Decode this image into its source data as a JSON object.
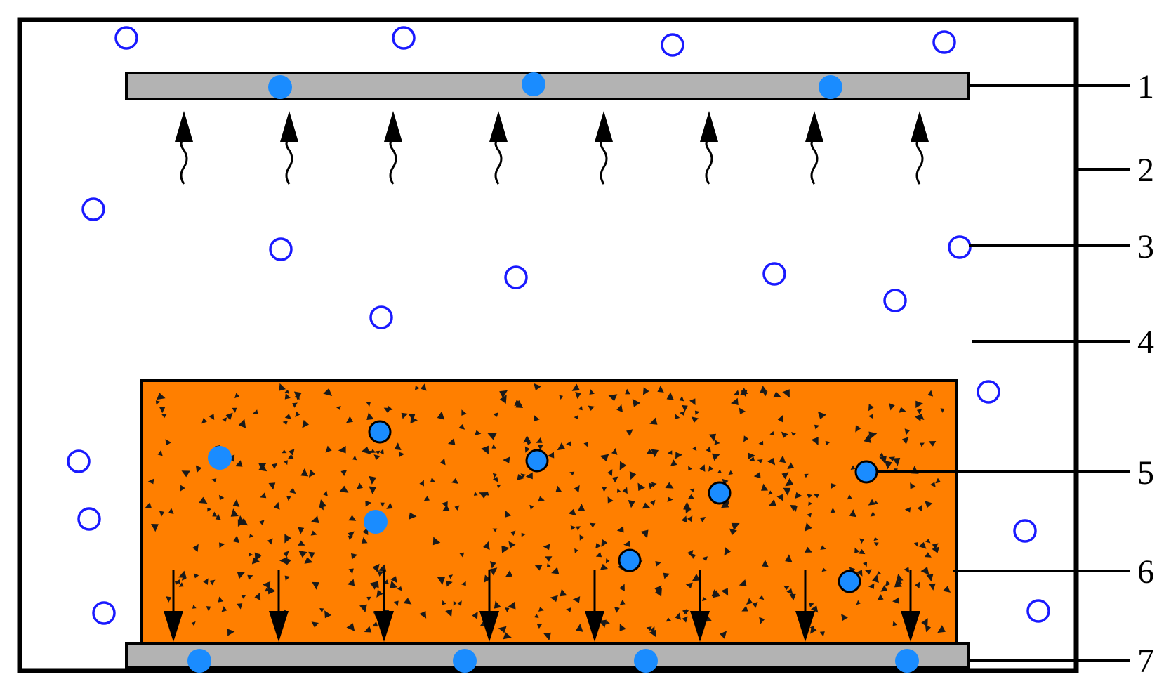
{
  "colors": {
    "background": "#ffffff",
    "outline": "#000000",
    "plate": "#b3b3b3",
    "block_fill": "#ff7f00",
    "particle_filled": "#1a8cff",
    "particle_hollow_stroke": "#1a1aff",
    "speckle": "#1a1a1a",
    "arrow": "#000000"
  },
  "callouts": [
    {
      "id": "1",
      "label": "1"
    },
    {
      "id": "2",
      "label": "2"
    },
    {
      "id": "3",
      "label": "3"
    },
    {
      "id": "4",
      "label": "4"
    },
    {
      "id": "5",
      "label": "5"
    },
    {
      "id": "6",
      "label": "6"
    },
    {
      "id": "7",
      "label": "7"
    }
  ],
  "icons": {
    "up_arrow": "wavy-up-arrow-icon",
    "down_arrow": "down-arrow-icon",
    "hollow_particle": "hollow-circle-icon",
    "filled_particle": "filled-circle-icon"
  }
}
